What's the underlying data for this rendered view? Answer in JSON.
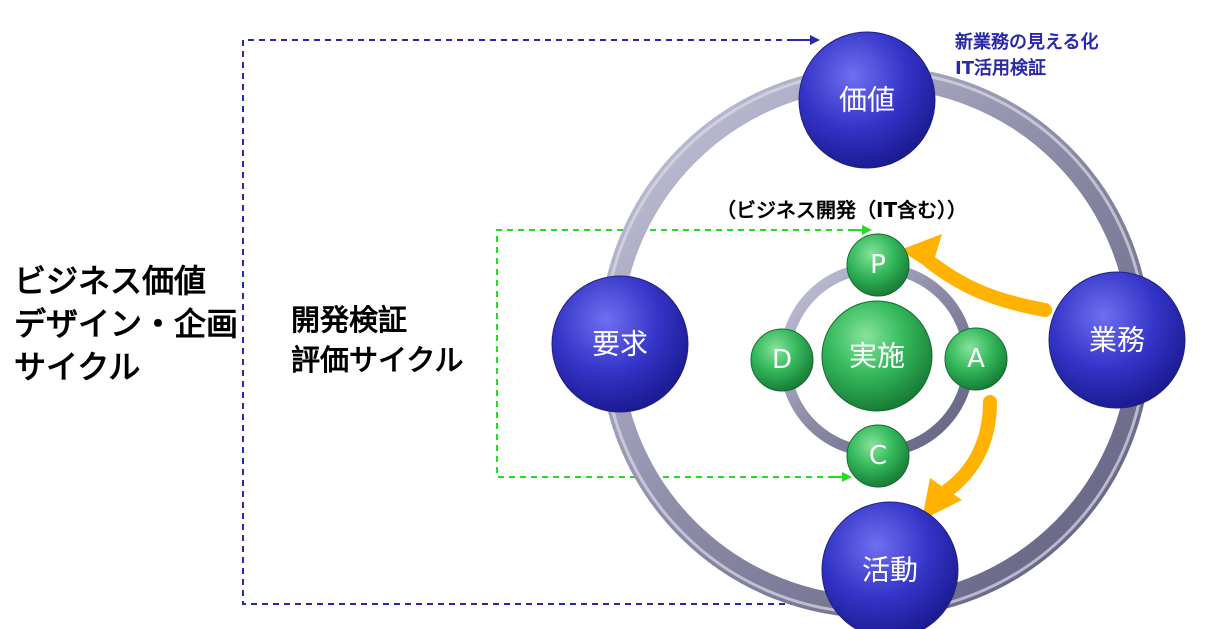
{
  "left_label": {
    "lines": [
      "ビジネス価値",
      "デザイン・企画",
      "サイクル"
    ]
  },
  "middle_label": {
    "lines": [
      "開発検証",
      "評価サイクル"
    ]
  },
  "top_note": {
    "lines": [
      "新業務の見える化",
      "IT活用検証"
    ]
  },
  "inner_caption": "（ビジネス開発（IT含む））",
  "outer_nodes": {
    "value": "価値",
    "requirement": "要求",
    "business": "業務",
    "activity": "活動"
  },
  "inner_nodes": {
    "center": "実施",
    "p": "P",
    "d": "D",
    "a": "A",
    "c": "C"
  },
  "colors": {
    "outer_node": "#3030c8",
    "inner_node": "#2fb55a",
    "ring": "#8c8ca8",
    "blue_dashed": "#2a2aa8",
    "green_dashed": "#22dd22",
    "orange_arrow": "#ffb300"
  }
}
